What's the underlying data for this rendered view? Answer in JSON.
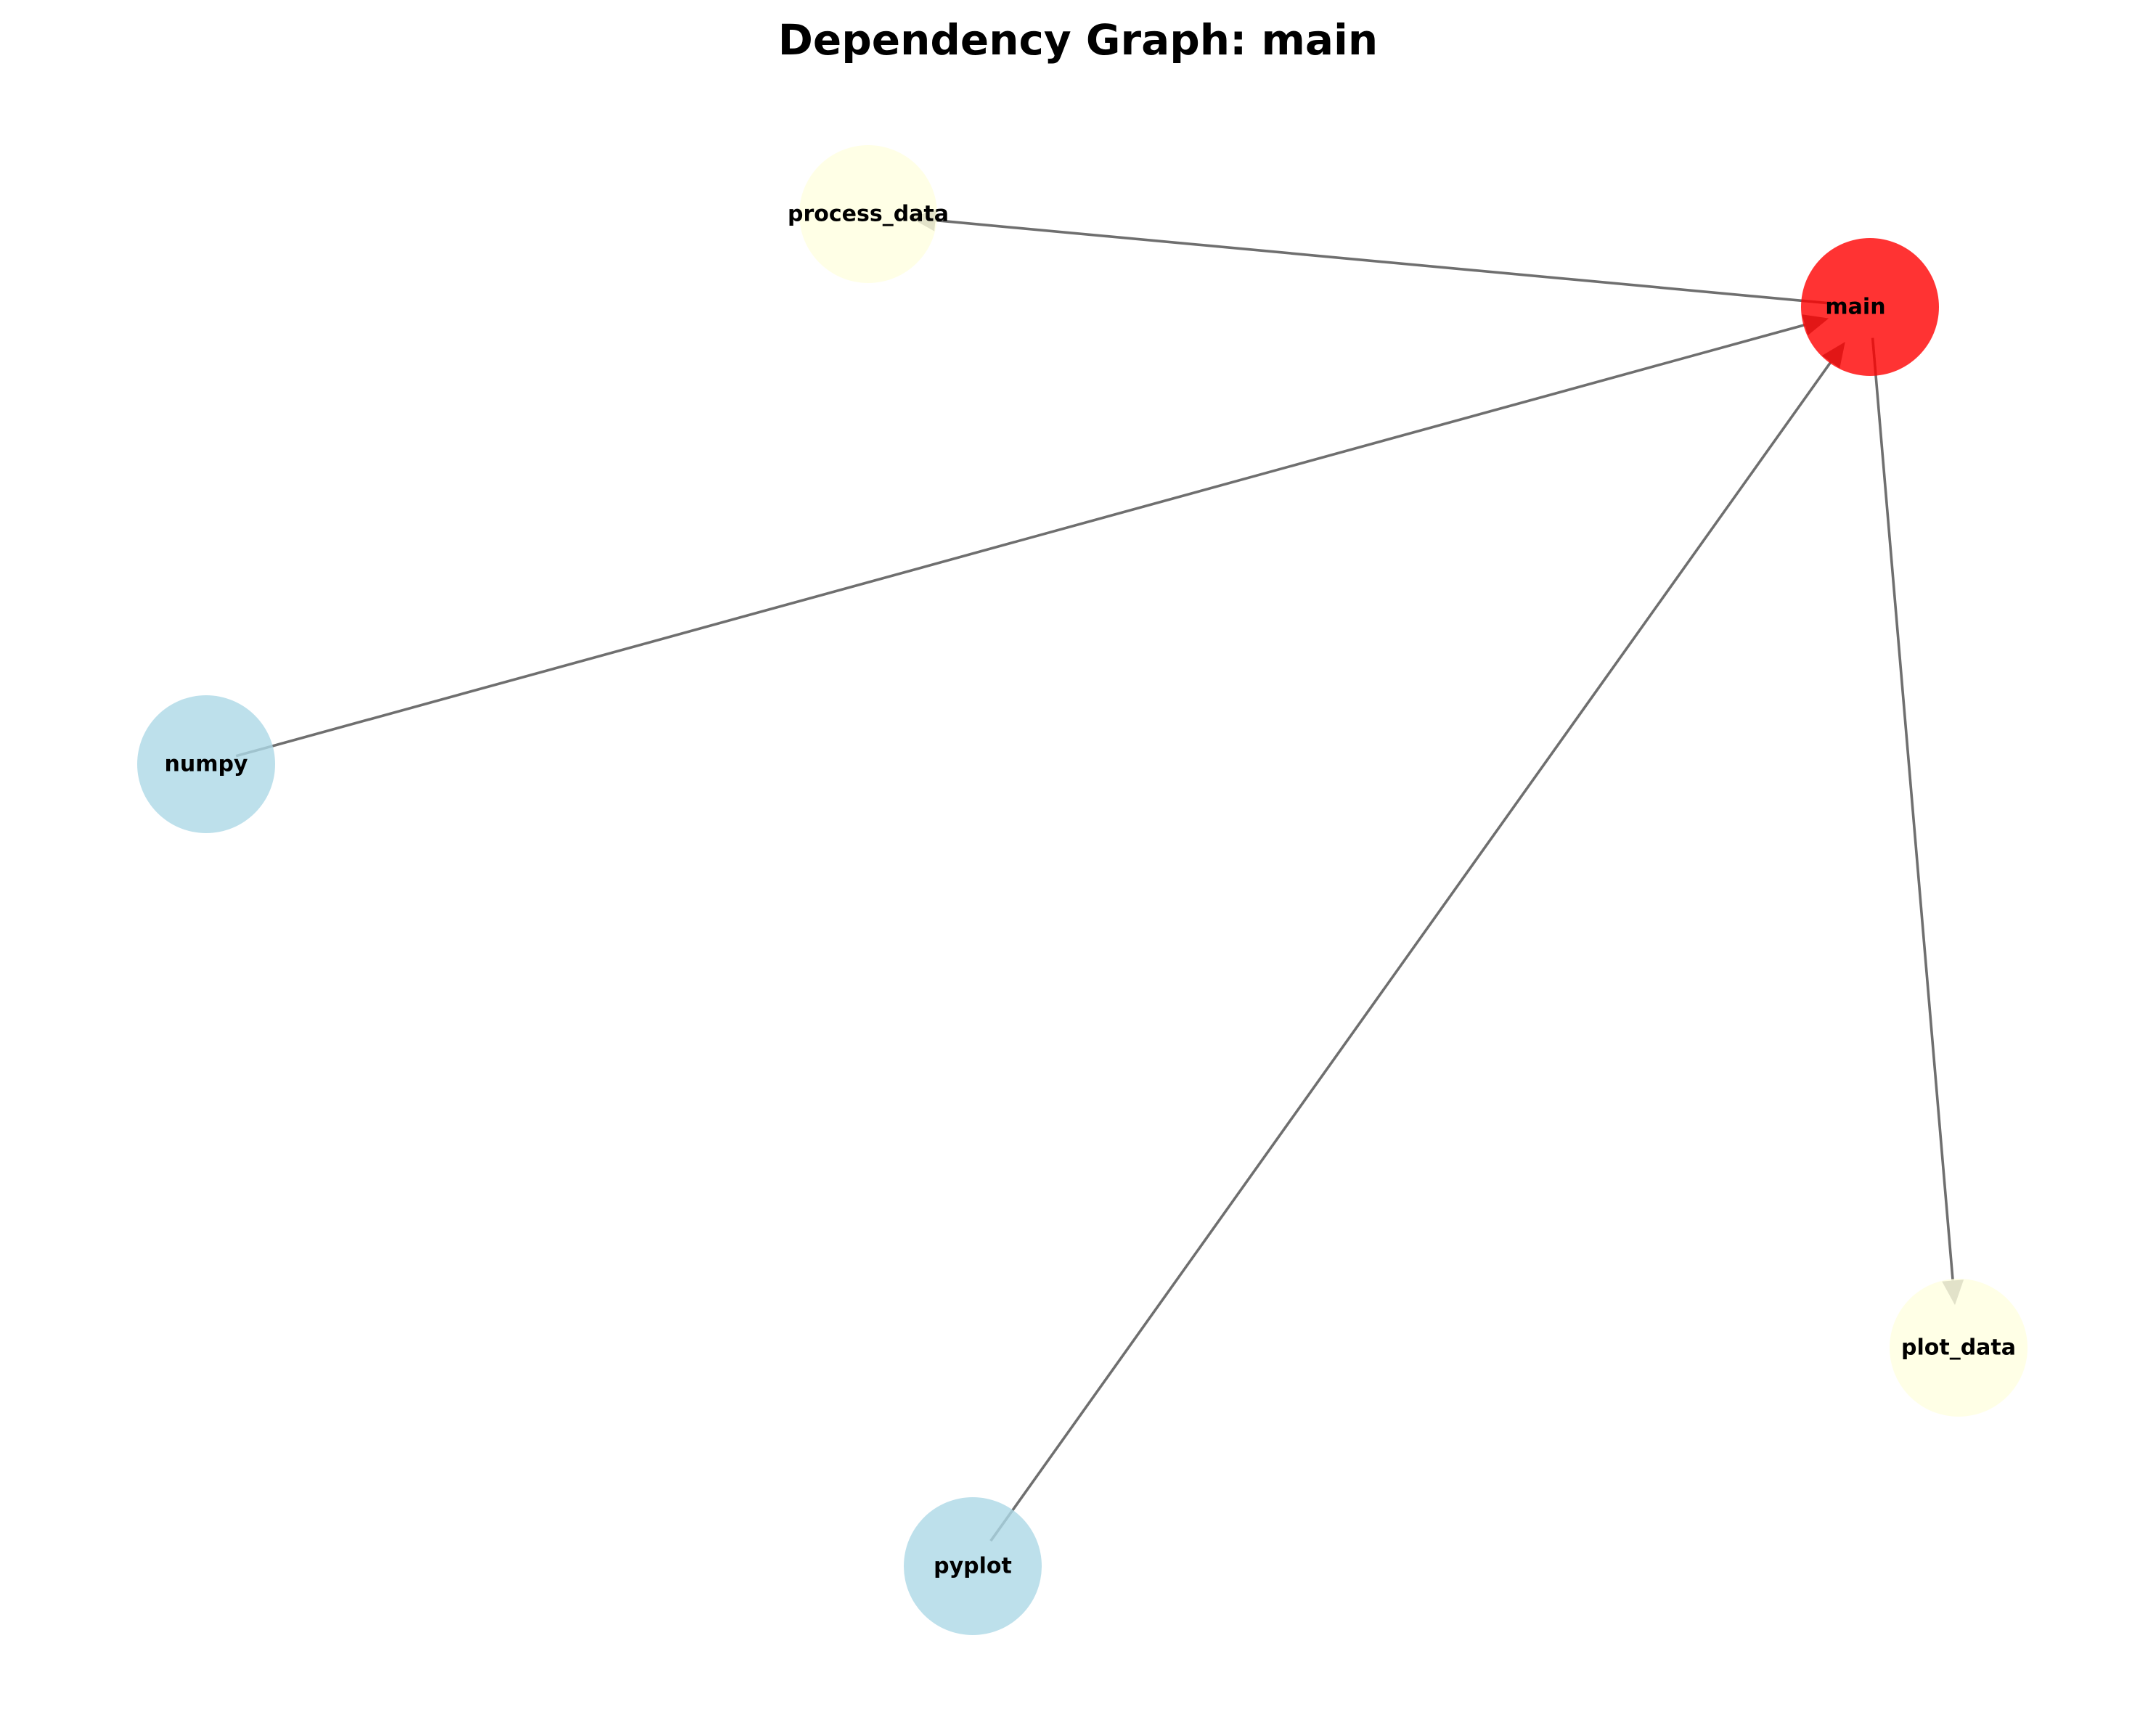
{
  "title": "Dependency Graph: main",
  "nodes": [
    {
      "id": "process_data",
      "label": "process_data",
      "kind": "function",
      "color": "#ffffe0"
    },
    {
      "id": "main",
      "label": "main",
      "kind": "focus",
      "color": "#ff0000"
    },
    {
      "id": "numpy",
      "label": "numpy",
      "kind": "module",
      "color": "#add8e6"
    },
    {
      "id": "pyplot",
      "label": "pyplot",
      "kind": "module",
      "color": "#add8e6"
    },
    {
      "id": "plot_data",
      "label": "plot_data",
      "kind": "function",
      "color": "#ffffe0"
    }
  ],
  "edges": [
    {
      "from": "main",
      "to": "process_data"
    },
    {
      "from": "numpy",
      "to": "main"
    },
    {
      "from": "pyplot",
      "to": "main"
    },
    {
      "from": "main",
      "to": "plot_data"
    }
  ],
  "colors": {
    "edge": "#6f6f6f",
    "function_node": "#ffffe0",
    "module_node": "#add8e6",
    "focus_node": "#ff0000"
  }
}
